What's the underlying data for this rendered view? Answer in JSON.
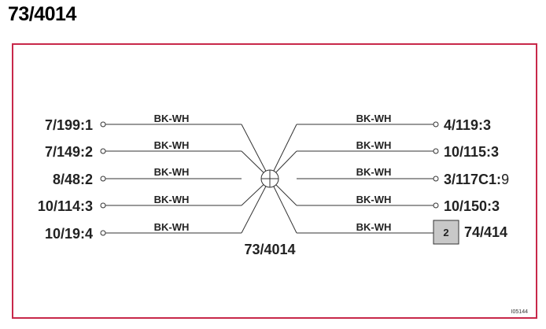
{
  "title": "73/4014",
  "hub": {
    "label": "73/4014"
  },
  "left_connections": [
    {
      "pin": "7/199:1",
      "wire": "BK-WH"
    },
    {
      "pin": "7/149:2",
      "wire": "BK-WH"
    },
    {
      "pin": "8/48:2",
      "wire": "BK-WH"
    },
    {
      "pin": "10/114:3",
      "wire": "BK-WH"
    },
    {
      "pin": "10/19:4",
      "wire": "BK-WH"
    }
  ],
  "right_connections": [
    {
      "pin": "4/119:3",
      "wire": "BK-WH"
    },
    {
      "pin": "10/115:3",
      "wire": "BK-WH"
    },
    {
      "pin_main": "3/117C1:",
      "pin_suffix": "9",
      "wire": "BK-WH"
    },
    {
      "pin": "10/150:3",
      "wire": "BK-WH"
    },
    {
      "pin": "74/414",
      "wire": "BK-WH",
      "badge": "2"
    }
  ],
  "reference_code": "I05144",
  "colors": {
    "frame": "#c8284a",
    "badge_fill": "#c8c8c8",
    "line": "#333333"
  }
}
